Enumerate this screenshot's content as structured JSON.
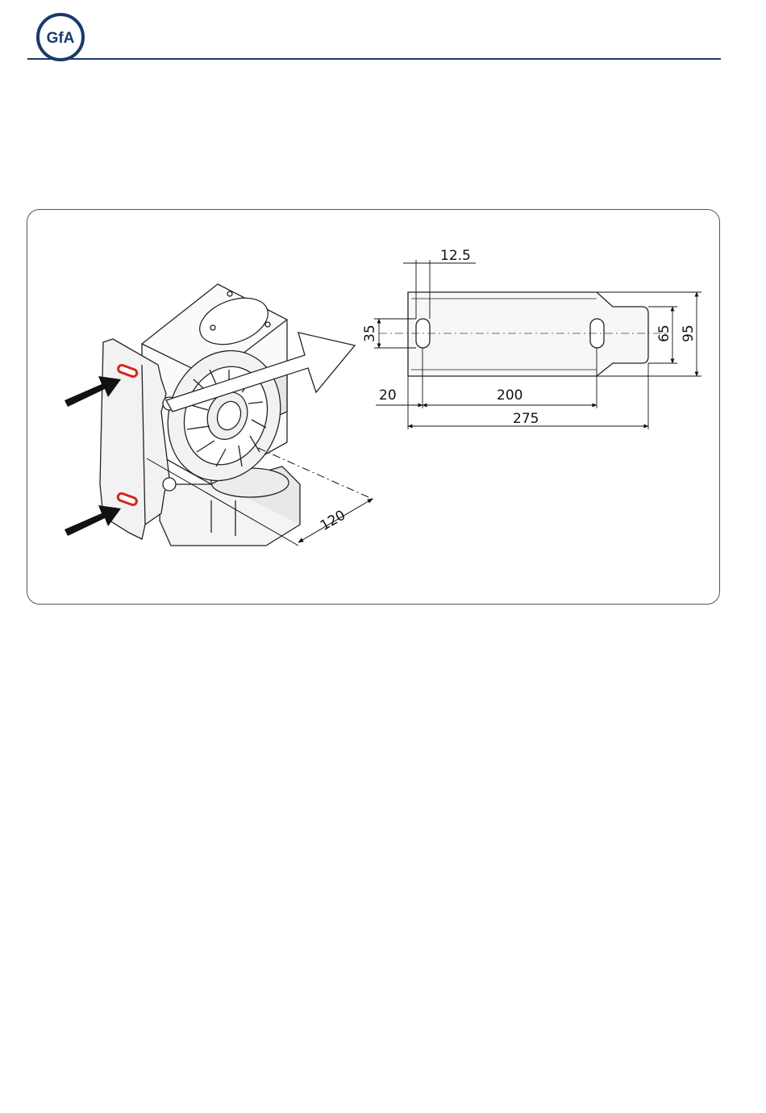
{
  "header": {
    "logo_text": "GfA",
    "brand_color": "#1b3a6b"
  },
  "figure": {
    "accent_color": "#d4261c",
    "perspective_dimension": "120",
    "bracket_dimensions": {
      "slot_width": "12.5",
      "slot_length": "35",
      "edge_offset": "20",
      "slot_spacing": "200",
      "total_length": "275",
      "tab_width": "65",
      "total_width": "95"
    }
  }
}
